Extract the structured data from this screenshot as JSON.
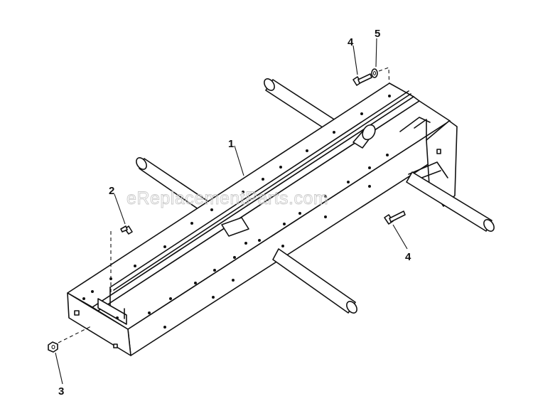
{
  "watermark": "eReplacementParts.com",
  "callouts": {
    "c1": "1",
    "c2": "2",
    "c3": "3",
    "c4a": "4",
    "c4b": "4",
    "c5": "5"
  }
}
